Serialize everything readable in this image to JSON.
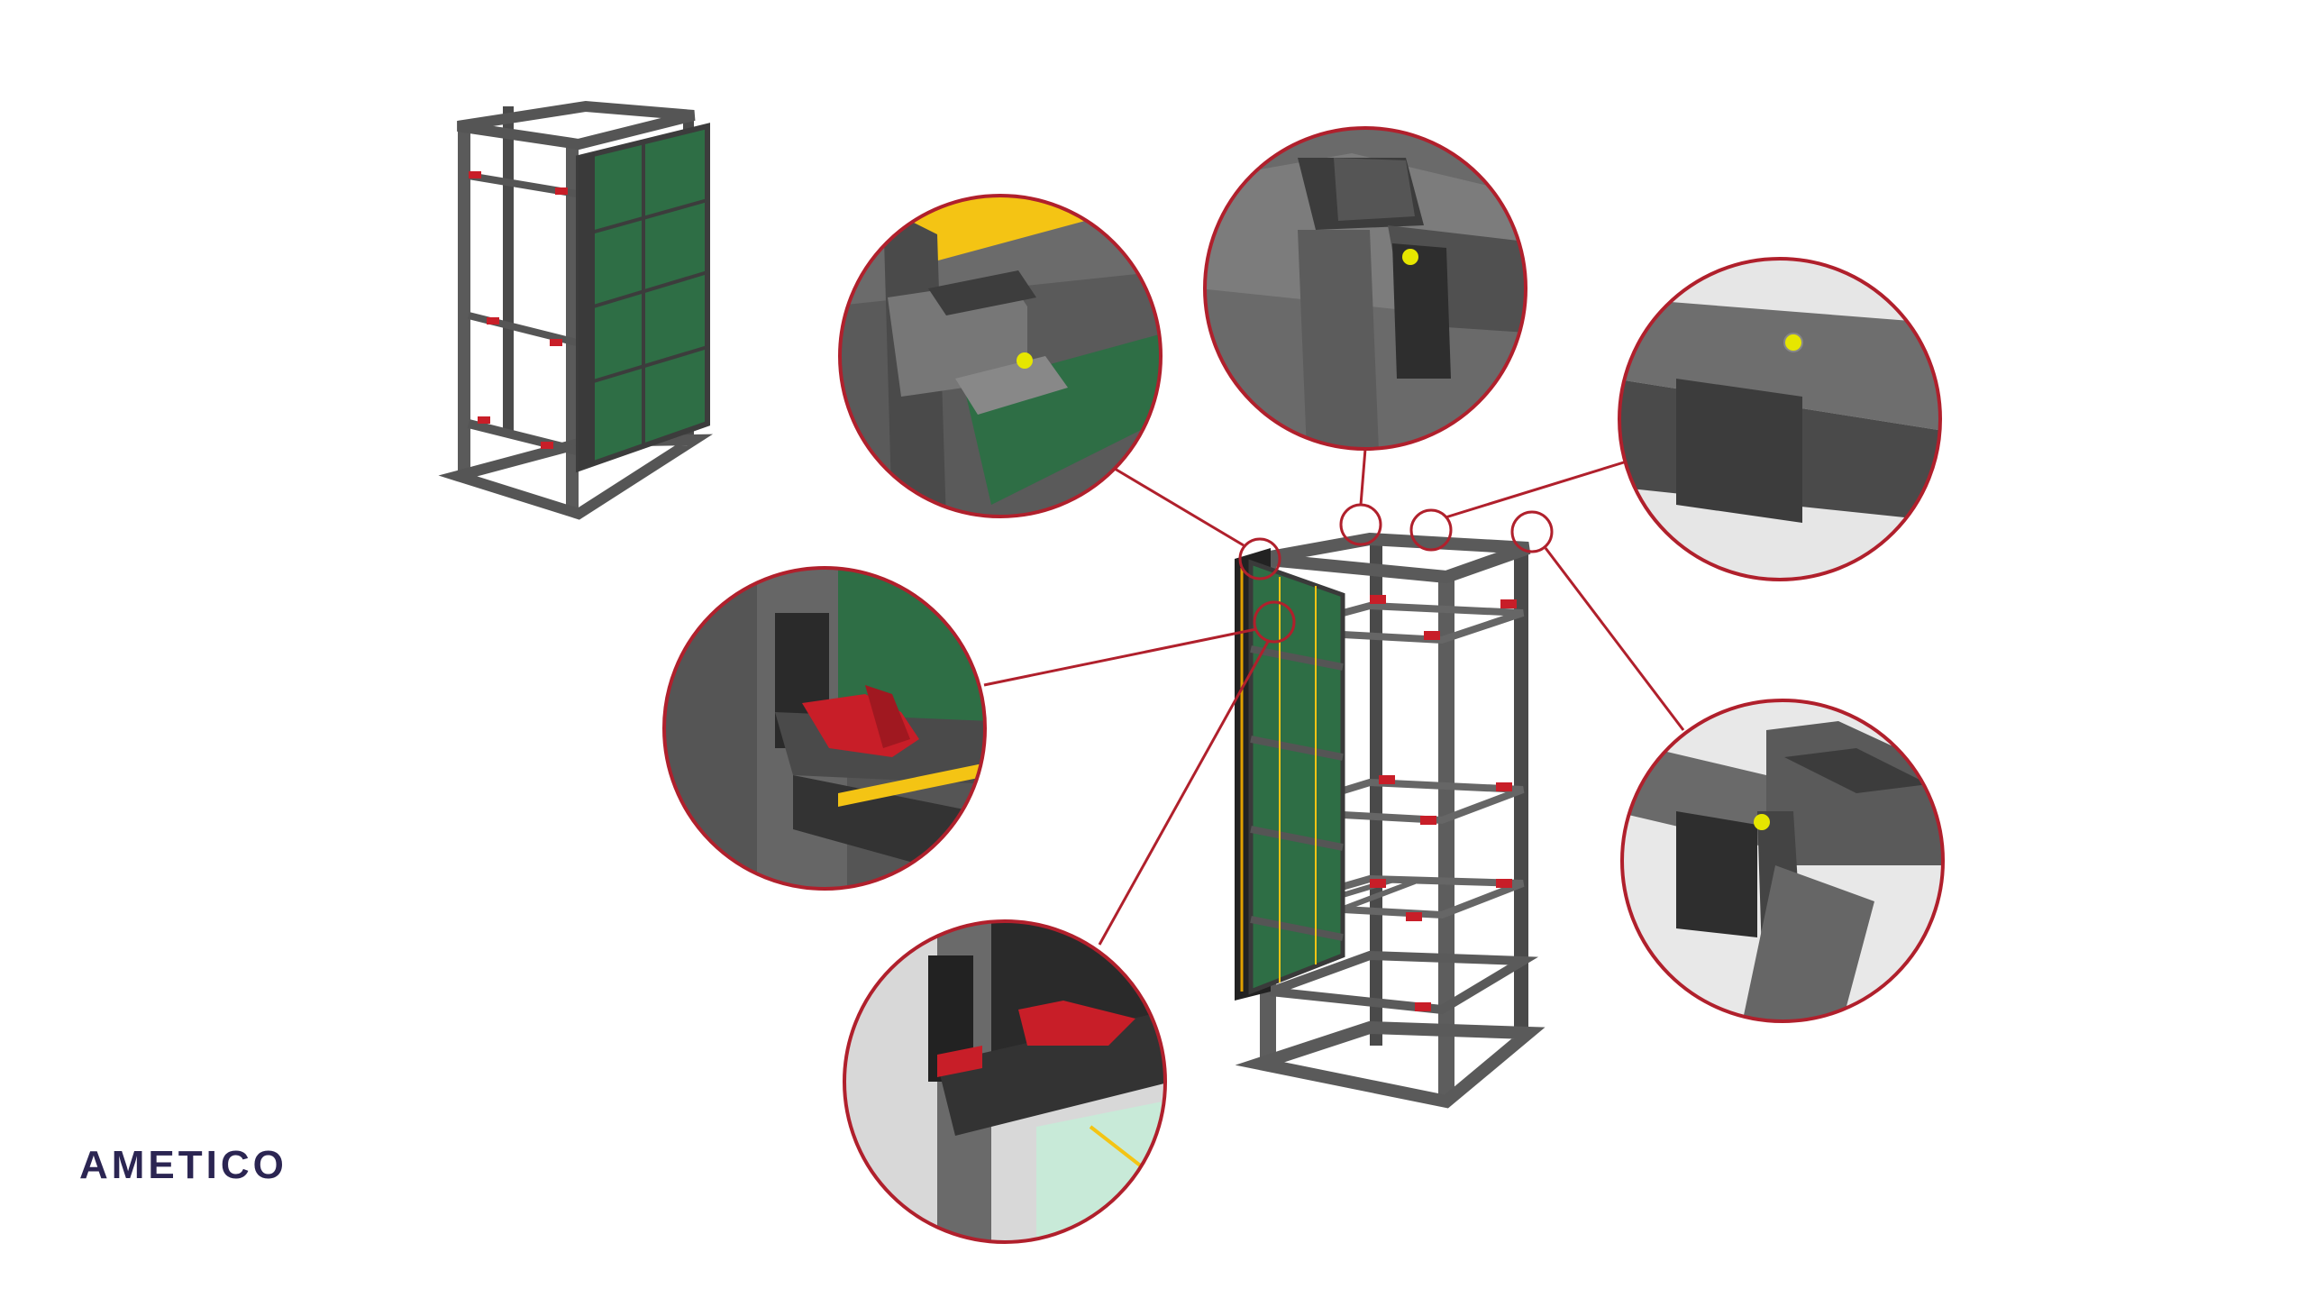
{
  "brand": {
    "name": "AMETICO",
    "color": "#2b2552"
  },
  "colors": {
    "frame": "#555555",
    "frame_dark": "#3c3c3c",
    "panel": "#2e7d4a",
    "latch": "#c81e28",
    "callout": "#b0202c",
    "accent_yellow": "#f4c414",
    "bolt": "#e6e600"
  },
  "diagram": {
    "overview_item": "rack-with-panels-closed",
    "main_item": "rack-frame-open",
    "callouts": [
      {
        "id": "top-left-corner-hinge"
      },
      {
        "id": "top-center-corner-post"
      },
      {
        "id": "top-beam-bolt"
      },
      {
        "id": "top-right-corner-hinge"
      },
      {
        "id": "panel-latch-upper"
      },
      {
        "id": "panel-latch-lower"
      }
    ]
  }
}
